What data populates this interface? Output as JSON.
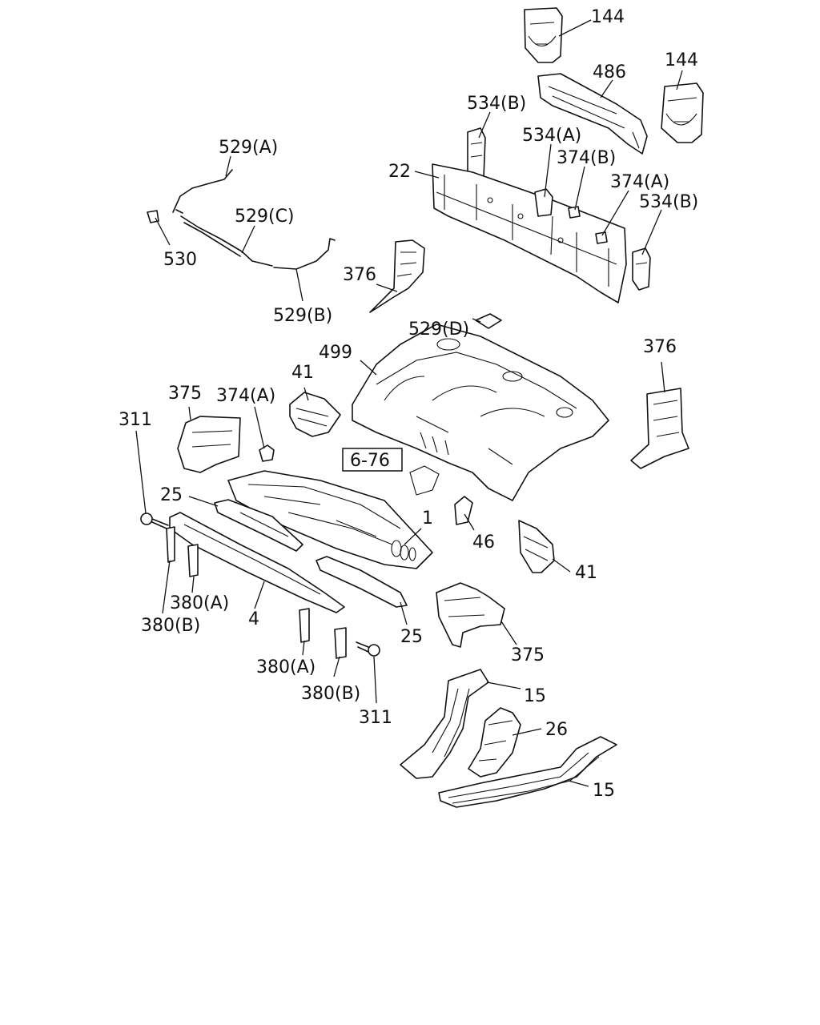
{
  "labels": {
    "l144a": "144",
    "l144b": "144",
    "l486": "486",
    "l534b1": "534(B)",
    "l534a": "534(A)",
    "l374b": "374(B)",
    "l374a1": "374(A)",
    "l534b2": "534(B)",
    "l22": "22",
    "l529a": "529(A)",
    "l529c": "529(C)",
    "l530": "530",
    "l529b": "529(B)",
    "l376a": "376",
    "l529d": "529(D)",
    "l499": "499",
    "l376b": "376",
    "l41a": "41",
    "l375a": "375",
    "l374a2": "374(A)",
    "l311a": "311",
    "l676": "6-76",
    "l25a": "25",
    "l1": "1",
    "l46": "46",
    "l41b": "41",
    "l380a1": "380(A)",
    "l380b1": "380(B)",
    "l4": "4",
    "l25b": "25",
    "l375b": "375",
    "l380a2": "380(A)",
    "l380b2": "380(B)",
    "l311b": "311",
    "l15a": "15",
    "l26": "26",
    "l15b": "15"
  }
}
